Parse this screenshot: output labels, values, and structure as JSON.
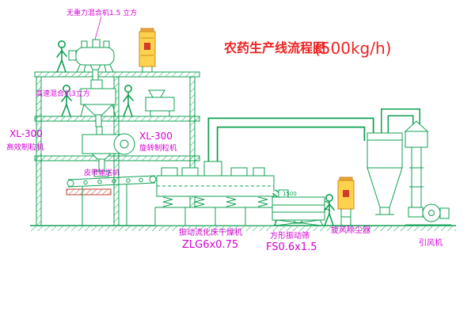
{
  "diagram": {
    "title": "农药生产线流程图",
    "title_capacity": "(500kg/h)"
  },
  "labels": {
    "gravity_mixer": "无重力混合机1.5 立方",
    "high_speed_mixer": "高速混合机3立方",
    "granulator_left_model": "XL-300",
    "granulator_left_name": "高效制粒机",
    "granulator_mid_model": "XL-300",
    "granulator_mid_name": "旋转制粒机",
    "belt_conveyor": "皮带输送机",
    "dryer_name": "振动流化床干燥机",
    "dryer_model": "ZLG6x0.75",
    "screen_dim": "1500",
    "screen_name": "方形振动筛",
    "screen_model": "FS0.6x1.5",
    "cyclone": "旋风除尘器",
    "fan": "引风机"
  },
  "colors": {
    "line_green": "#0fa050",
    "label_magenta": "#d400d4",
    "title_red": "#ee2222",
    "cabinet_yellow": "#ffd24d",
    "cabinet_trim": "#cf8a1b",
    "accent_red": "#d23a2e",
    "background": "#ffffff"
  }
}
